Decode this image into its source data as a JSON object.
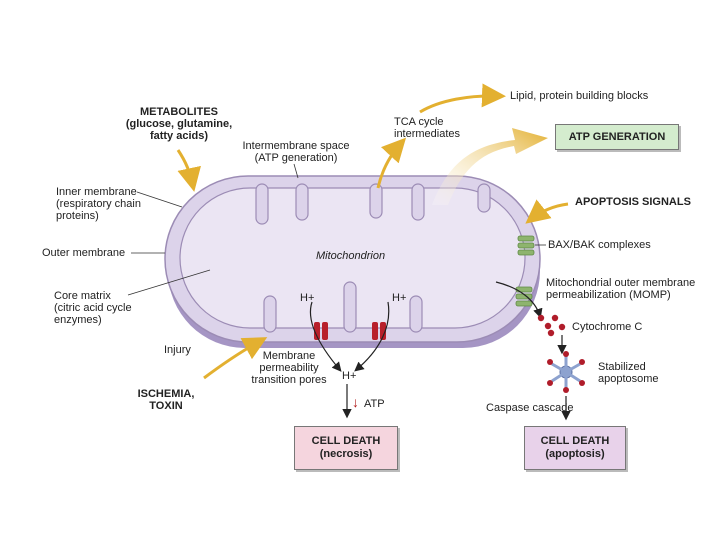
{
  "labels": {
    "metabolites": "METABOLITES\n(glucose, glutamine,\nfatty acids)",
    "intermembrane_space": "Intermembrane space\n(ATP generation)",
    "tca_cycle": "TCA cycle\nintermediates",
    "lipid_protein": "Lipid, protein building blocks",
    "inner_membrane": "Inner membrane\n(respiratory chain\nproteins)",
    "outer_membrane": "Outer membrane",
    "core_matrix": "Core matrix\n(citric acid cycle\nenzymes)",
    "mitochondrion": "Mitochondrion",
    "apoptosis_signals": "APOPTOSIS SIGNALS",
    "bax_bak": "BAX/BAK complexes",
    "momp": "Mitochondrial outer membrane\npermeabilization (MOMP)",
    "cytochrome_c": "Cytochrome C",
    "stabilized_apoptosome": "Stabilized\napoptosome",
    "caspase_cascade": "Caspase cascade",
    "injury": "Injury",
    "ischemia_toxin": "ISCHEMIA,\nTOXIN",
    "membrane_permeability": "Membrane\npermeability\ntransition pores",
    "h_plus_left": "H+",
    "h_plus_right": "H+",
    "h_plus_bottom": "H+",
    "atp_down_arrow": "↓",
    "atp": "ATP"
  },
  "boxes": {
    "atp_generation": "ATP GENERATION",
    "cell_death_necrosis": "CELL DEATH\n(necrosis)",
    "cell_death_apoptosis": "CELL DEATH\n(apoptosis)"
  },
  "colors": {
    "membrane_fill": "#dcd3ea",
    "membrane_edge": "#9c8cb5",
    "matrix_fill": "#ebe5f3",
    "arrow_gold": "#e3b030",
    "atp_box": "#d4ecce",
    "necrosis_box": "#f5d5de",
    "apoptosis_box": "#e8d2ea",
    "pore_red": "#b8202b",
    "bax_green": "#8eb46e",
    "cyto_red": "#b01c2a"
  }
}
